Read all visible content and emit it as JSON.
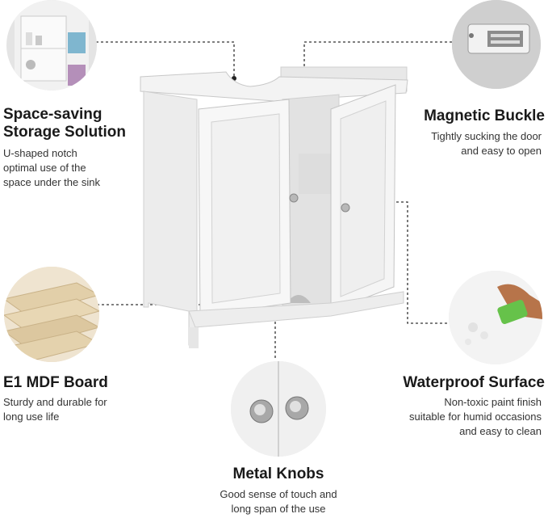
{
  "features": {
    "storage": {
      "title_line1": "Space-saving",
      "title_line2": "Storage Solution",
      "desc_line1": "U-shaped notch",
      "desc_line2": "optimal use of the",
      "desc_line3": "space under the sink"
    },
    "magnetic": {
      "title": "Magnetic Buckle",
      "desc_line1": "Tightly sucking the door",
      "desc_line2": "and easy to open"
    },
    "board": {
      "title": "E1 MDF Board",
      "desc_line1": "Sturdy and durable for",
      "desc_line2": "long use life"
    },
    "waterproof": {
      "title": "Waterproof Surface",
      "desc_line1": "Non-toxic paint finish",
      "desc_line2": "suitable for humid occasions",
      "desc_line3": "and easy to clean"
    },
    "knobs": {
      "title": "Metal Knobs",
      "desc_line1": "Good sense of touch and",
      "desc_line2": "long span of the use"
    }
  },
  "images": {
    "storage": "shelf-storage-photo",
    "magnetic": "magnet-catch-photo",
    "board": "mdf-board-photo",
    "waterproof": "wiping-surface-photo",
    "knobs": "metal-knobs-photo",
    "cabinet": "under-sink-cabinet-photo"
  }
}
